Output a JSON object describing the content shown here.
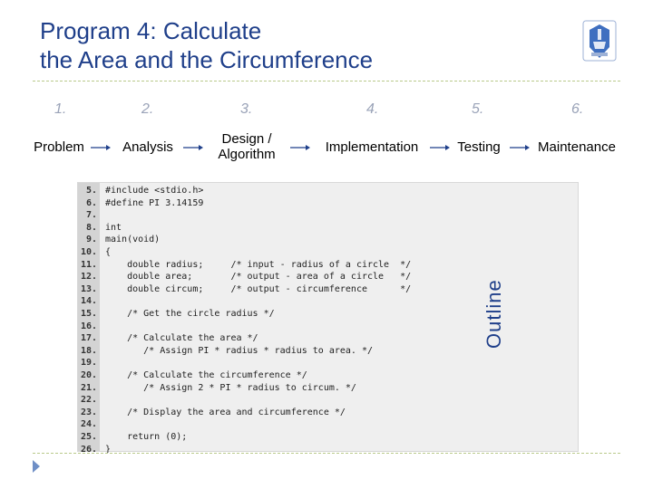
{
  "title": {
    "line1": "Program 4: Calculate",
    "line2": "the Area and the Circumference"
  },
  "steps": [
    {
      "num": "1.",
      "label": "Problem"
    },
    {
      "num": "2.",
      "label": "Analysis"
    },
    {
      "num": "3.",
      "label1": "Design /",
      "label2": "Algorithm"
    },
    {
      "num": "4.",
      "label": "Implementation"
    },
    {
      "num": "5.",
      "label": "Testing"
    },
    {
      "num": "6.",
      "label": "Maintenance"
    }
  ],
  "side_label": "Outline",
  "code_lines": [
    {
      "n": "5.",
      "t": "#include <stdio.h>"
    },
    {
      "n": "6.",
      "t": "#define PI 3.14159"
    },
    {
      "n": "7.",
      "t": ""
    },
    {
      "n": "8.",
      "t": "int"
    },
    {
      "n": "9.",
      "t": "main(void)"
    },
    {
      "n": "10.",
      "t": "{"
    },
    {
      "n": "11.",
      "t": "    double radius;     /* input - radius of a circle  */"
    },
    {
      "n": "12.",
      "t": "    double area;       /* output - area of a circle   */"
    },
    {
      "n": "13.",
      "t": "    double circum;     /* output - circumference      */"
    },
    {
      "n": "14.",
      "t": ""
    },
    {
      "n": "15.",
      "t": "    /* Get the circle radius */"
    },
    {
      "n": "16.",
      "t": ""
    },
    {
      "n": "17.",
      "t": "    /* Calculate the area */"
    },
    {
      "n": "18.",
      "t": "       /* Assign PI * radius * radius to area. */"
    },
    {
      "n": "19.",
      "t": ""
    },
    {
      "n": "20.",
      "t": "    /* Calculate the circumference */"
    },
    {
      "n": "21.",
      "t": "       /* Assign 2 * PI * radius to circum. */"
    },
    {
      "n": "22.",
      "t": ""
    },
    {
      "n": "23.",
      "t": "    /* Display the area and circumference */"
    },
    {
      "n": "24.",
      "t": ""
    },
    {
      "n": "25.",
      "t": "    return (0);"
    },
    {
      "n": "26.",
      "t": "}"
    }
  ],
  "colors": {
    "title": "#1f3f8a",
    "step_number": "#9aa3b8",
    "arrow": "#1f3f8a"
  },
  "icons": {
    "logo": "university-emblem-icon",
    "bullet": "triangle-bullet-icon"
  }
}
